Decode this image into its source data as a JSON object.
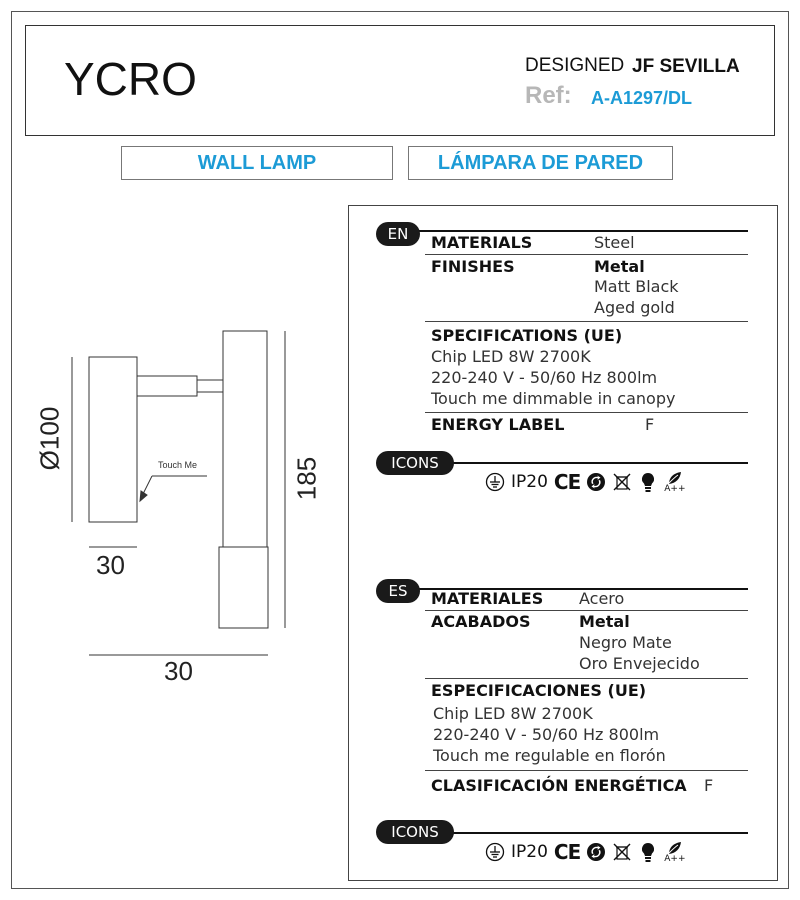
{
  "header": {
    "product_name": "YCRO",
    "designed_label": "DESIGNED",
    "designer": "JF SEVILLA",
    "ref_label": "Ref:",
    "ref_value": "A-A1297/DL"
  },
  "type": {
    "en": "WALL LAMP",
    "es": "LÁMPARA DE PARED"
  },
  "drawing": {
    "diameter_label": "Ø100",
    "height_label": "185",
    "width_label": "30",
    "depth_label": "30",
    "touch_label": "Touch Me"
  },
  "en": {
    "badge": "EN",
    "materials_label": "MATERIALS",
    "materials_value": "Steel",
    "finishes_label": "FINISHES",
    "finishes_head": "Metal",
    "finishes_items": [
      "Matt Black",
      "Aged gold"
    ],
    "specs_label": "SPECIFICATIONS (UE)",
    "specs_lines": [
      "Chip LED 8W 2700K",
      "220-240 V - 50/60 Hz 800lm",
      "Touch me dimmable in canopy"
    ],
    "energy_label": "ENERGY LABEL",
    "energy_value": "F",
    "icons_badge": "ICONS"
  },
  "es": {
    "badge": "ES",
    "materials_label": "MATERIALES",
    "materials_value": "Acero",
    "finishes_label": "ACABADOS",
    "finishes_head": "Metal",
    "finishes_items": [
      "Negro Mate",
      "Oro Envejecido"
    ],
    "specs_label": "ESPECIFICACIONES  (UE)",
    "specs_lines": [
      "Chip LED 8W 2700K",
      "220-240 V - 50/60 Hz 800lm",
      "Touch me regulable en florón"
    ],
    "energy_label": "CLASIFICACIÓN  ENERGÉTICA",
    "energy_value": "F",
    "icons_badge": "ICONS"
  },
  "icons": {
    "ip": "IP20",
    "ce": "CE",
    "energy_class": "A++",
    "list": [
      "ground-icon",
      "ce-mark-icon",
      "recycle-icon",
      "weee-bin-icon",
      "led-bulb-icon",
      "energy-leaf-icon"
    ]
  },
  "colors": {
    "accent": "#1c9bd6",
    "ref_gray": "#b7b7b7",
    "badge_bg": "#1a1a1a"
  }
}
